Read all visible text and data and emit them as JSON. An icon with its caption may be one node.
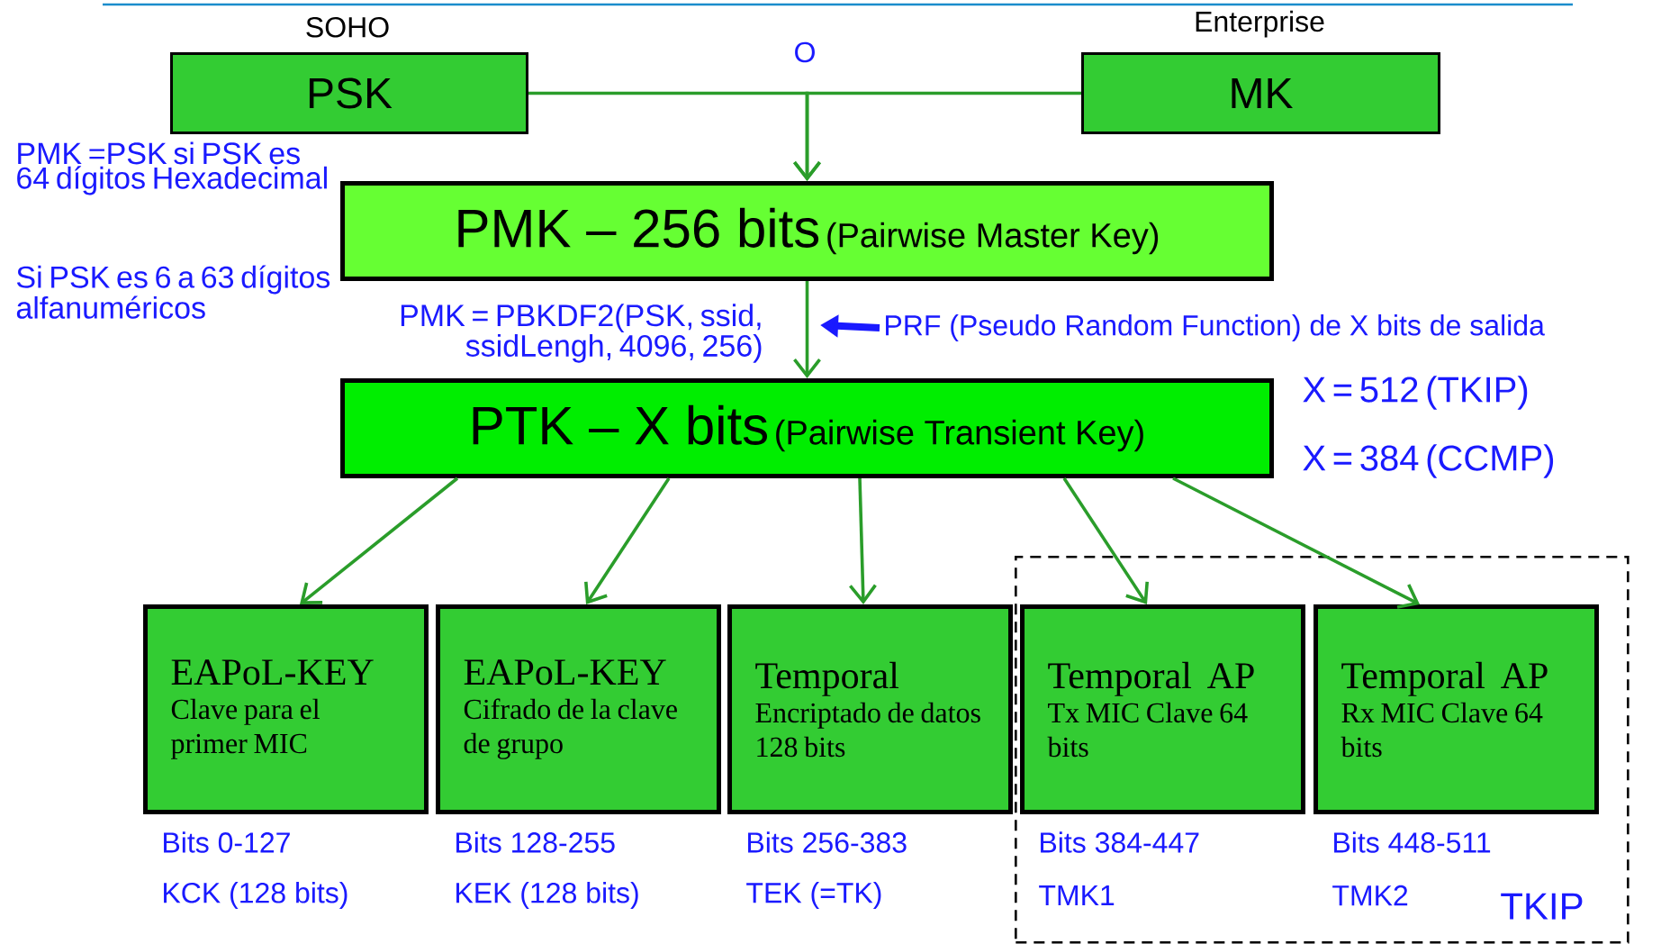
{
  "diagram": {
    "nodes": [
      {
        "text": [
          "PSK"
        ],
        "beside": [
          "SOHO"
        ]
      },
      {
        "text": [
          "MK"
        ],
        "beside": [
          "Enterprise"
        ]
      },
      {
        "text": [
          "PMK – 256 bits",
          "(Pairwise Master Key)"
        ]
      },
      {
        "text": [
          "PTK – X bits",
          "(Pairwise Transient Key)"
        ]
      },
      {
        "text": [
          "EAPoL-KEY",
          "Clave para el primer MIC"
        ],
        "beside": [
          "Bits 0-127",
          "KCK (128 bits)"
        ]
      },
      {
        "text": [
          "EAPoL-KEY",
          "Cifrado de la clave de grupo"
        ],
        "beside": [
          "Bits 128-255",
          "KEK (128 bits)"
        ]
      },
      {
        "text": [
          "Temporal",
          "Encriptado de datos 128 bits"
        ],
        "beside": [
          "Bits 256-383",
          "TEK (=TK)"
        ]
      },
      {
        "text": [
          "TKIP"
        ]
      },
      {
        "text": [
          "Temporal AP",
          "Tx MIC Clave 64 bits"
        ],
        "beside": [
          "Bits 384-447",
          "TMK1"
        ],
        "in": 7
      },
      {
        "text": [
          "Temporal AP",
          "Rx MIC Clave 64 bits"
        ],
        "beside": [
          "Bits 448-511",
          "TMK2"
        ],
        "in": 7
      },
      {
        "text": [
          "PRF (Pseudo Random Function) de X bits de salida"
        ]
      }
    ],
    "edges": [
      {
        "from": 0,
        "to": 2,
        "arrow": "to",
        "label": "O"
      },
      {
        "from": 1,
        "to": 2,
        "arrow": "to"
      },
      {
        "from": 2,
        "to": 3,
        "arrow": "to",
        "label": "PMK = PBKDF2(PSK, ssid, ssidLengh, 4096, 256)"
      },
      {
        "from": 3,
        "to": 4,
        "arrow": "to"
      },
      {
        "from": 3,
        "to": 5,
        "arrow": "to"
      },
      {
        "from": 3,
        "to": 6,
        "arrow": "to"
      },
      {
        "from": 3,
        "to": 8,
        "arrow": "to"
      },
      {
        "from": 3,
        "to": 9,
        "arrow": "to"
      },
      {
        "from": 10,
        "to": null,
        "arrow": "to",
        "style": "thick",
        "color": "#1a1aff"
      }
    ],
    "labels": [
      "PMK =PSK si PSK es 64 dígitos Hexadecimal",
      "Si PSK es 6 a 63 dígitos alfanuméricos",
      "X = 512 (TKIP)",
      "X = 384 (CCMP)"
    ]
  }
}
